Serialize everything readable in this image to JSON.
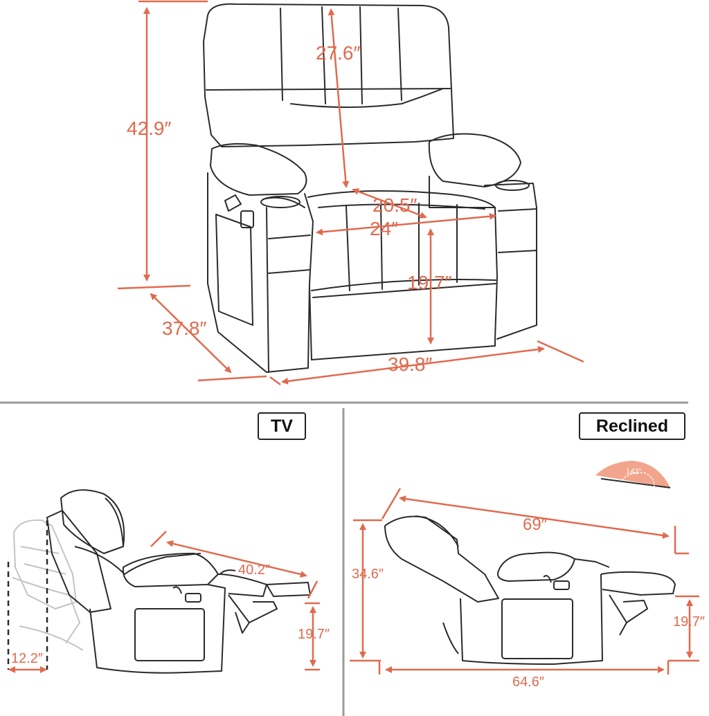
{
  "colors": {
    "dimension": "#e06a4e",
    "outline": "#2a2a2a",
    "ghost": "#bfbfbf",
    "divider": "#9a9a9a",
    "angle_fill": "#f2a48c"
  },
  "main_view": {
    "height_total": "42.9″",
    "backrest_height": "27.6″",
    "seat_depth": "20.5″",
    "seat_width": "24″",
    "seat_height": "19.7″",
    "depth": "37.8″",
    "width": "39.8″"
  },
  "tv_view": {
    "label": "TV",
    "length": "40.2″",
    "footrest_height": "19.7″",
    "wall_clearance": "12.2″"
  },
  "reclined_view": {
    "label": "Reclined",
    "angle": "142°",
    "length": "69″",
    "height": "34.6″",
    "footrest_height": "19.7″",
    "depth": "64.6″"
  }
}
